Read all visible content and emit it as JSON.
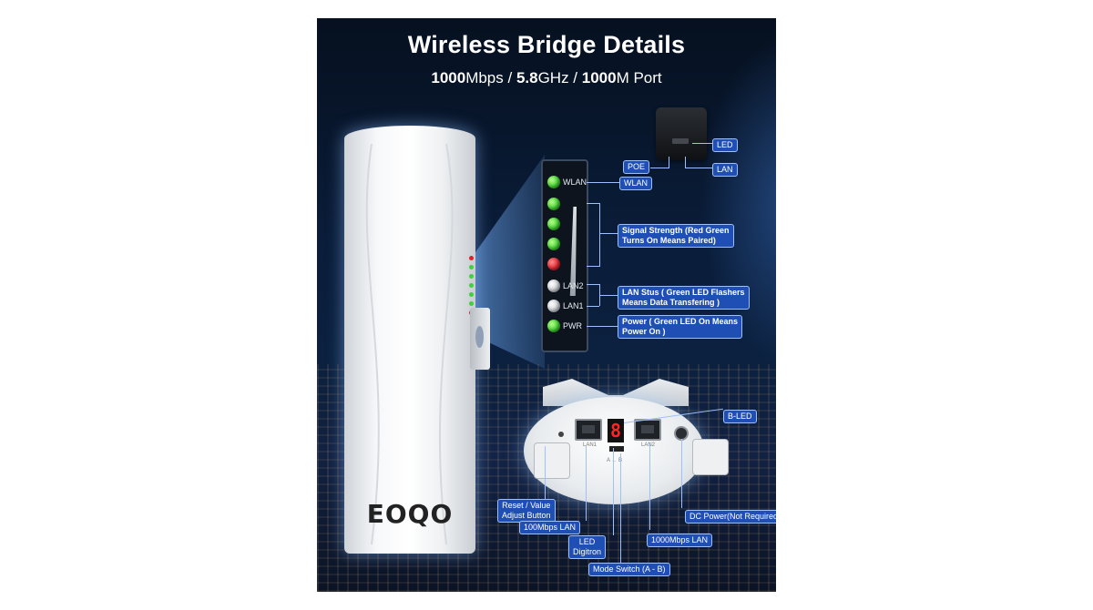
{
  "header": {
    "title": "Wireless Bridge Details",
    "subtitle_parts": [
      {
        "text": "1000",
        "bold": true
      },
      {
        "text": "Mbps / ",
        "bold": false
      },
      {
        "text": "5.8",
        "bold": true
      },
      {
        "text": "GHz / ",
        "bold": false
      },
      {
        "text": "1000",
        "bold": true
      },
      {
        "text": "M Port",
        "bold": false
      }
    ]
  },
  "device": {
    "logo": "EOQO"
  },
  "led_panel": {
    "leds": [
      {
        "label": "WLAN",
        "color": "green"
      },
      {
        "label": "",
        "color": "green"
      },
      {
        "label": "",
        "color": "green"
      },
      {
        "label": "",
        "color": "green"
      },
      {
        "label": "",
        "color": "red"
      },
      {
        "label": "LAN2",
        "color": "grey"
      },
      {
        "label": "LAN1",
        "color": "grey"
      },
      {
        "label": "PWR",
        "color": "green"
      }
    ]
  },
  "callouts": {
    "led": "LED",
    "poe": "POE",
    "lan": "LAN",
    "wlan": "WLAN",
    "signal_1": "Signal Strength (Red Green",
    "signal_2": "Turns On Means Paired)",
    "lan_status_1": "LAN Stus ( Green LED Flashers",
    "lan_status_2": "Means Data Transfering )",
    "power_1": "Power ( Green LED On Means",
    "power_2": "Power On )",
    "b_led": "B-LED",
    "reset_1": "Reset / Value",
    "reset_2": "Adjust Button",
    "lan_100": "100Mbps LAN",
    "led_digitron_1": "LED",
    "led_digitron_2": "Digitron",
    "mode_switch": "Mode Switch (A - B)",
    "lan_1000": "1000Mbps LAN",
    "dc_power": "DC Power(Not Required)"
  },
  "base": {
    "digit": "8",
    "port_label_1": "LAN1",
    "port_label_2": "LAN2",
    "switch_label": "A ← B"
  },
  "colors": {
    "callout_bg": "#1f4fb4",
    "led_green": "#3ccd2d",
    "led_red": "#e0222b"
  }
}
